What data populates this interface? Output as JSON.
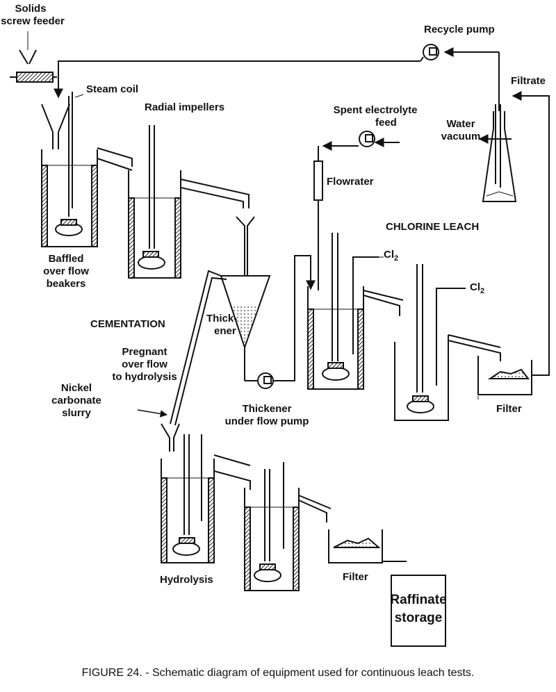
{
  "labels": {
    "solids_line1": "Solids",
    "solids_line2": "screw feeder",
    "steam_coil": "Steam coil",
    "radial_impellers": "Radial impellers",
    "recycle_pump": "Recycle pump",
    "filtrate": "Filtrate",
    "spent_line1": "Spent electrolyte",
    "spent_line2": "feed",
    "water_line1": "Water",
    "water_line2": "vacuum",
    "flowrater": "Flowrater",
    "chlorine_leach": "CHLORINE LEACH",
    "baffled_line1": "Baffled",
    "baffled_line2": "over flow",
    "baffled_line3": "beakers",
    "cl2_1": "Cl",
    "cl2_2": "Cl",
    "cl2_sub": "2",
    "cementation": "CEMENTATION",
    "thickener_line1": "Thick-",
    "thickener_line2": "ener",
    "pregnant_line1": "Pregnant",
    "pregnant_line2": "over flow",
    "pregnant_line3": "to hydrolysis",
    "nickel_line1": "Nickel",
    "nickel_line2": "carbonate",
    "nickel_line3": "slurry",
    "thickener_pump_line1": "Thickener",
    "thickener_pump_line2": "under flow pump",
    "filter_right": "Filter",
    "hydrolysis": "Hydrolysis",
    "filter_bottom": "Filter",
    "raffinate_line1": "Raffinate",
    "raffinate_line2": "storage"
  },
  "caption": "FIGURE 24. - Schematic diagram of equipment used for continuous leach tests."
}
